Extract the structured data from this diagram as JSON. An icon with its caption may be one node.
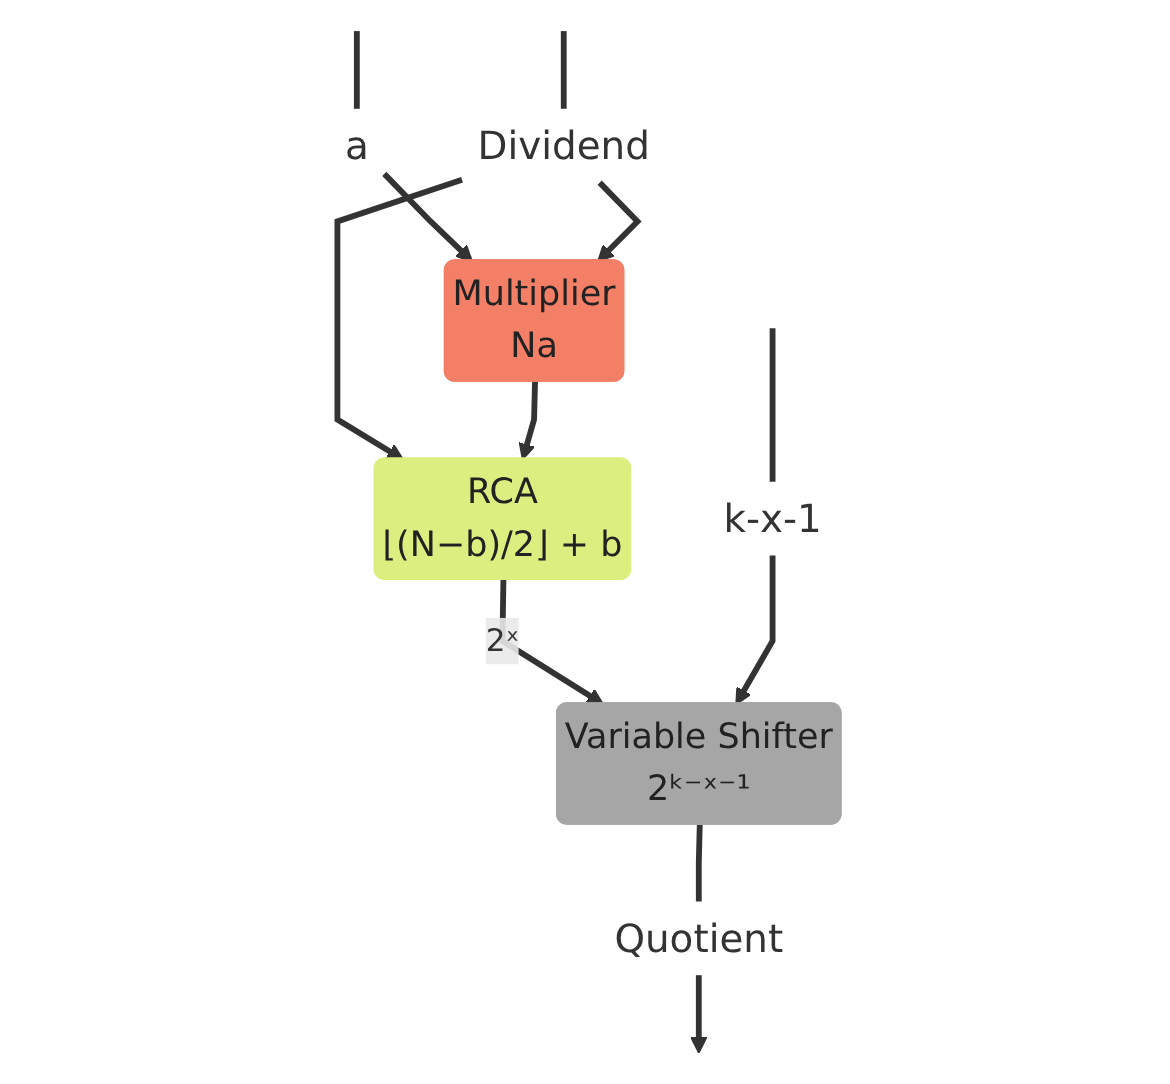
{
  "diagram": {
    "nodes": [
      {
        "text": [
          "a"
        ]
      },
      {
        "text": [
          "Dividend"
        ]
      },
      {
        "text": [
          "k-x-1"
        ]
      },
      {
        "text": [
          "Multiplier",
          "Na"
        ]
      },
      {
        "text": [
          "RCA",
          "⌊(N−b)/2⌋ + b"
        ]
      },
      {
        "text": [
          "Variable Shifter",
          "2ᵏ⁻ˣ⁻¹"
        ]
      },
      {
        "text": [
          "Quotient"
        ]
      }
    ],
    "edges": [
      {
        "from": null,
        "to": 0,
        "arrow": "none"
      },
      {
        "from": null,
        "to": 1,
        "arrow": "none"
      },
      {
        "from": null,
        "to": 2,
        "arrow": "none"
      },
      {
        "from": 0,
        "to": 3,
        "arrow": "to"
      },
      {
        "from": 1,
        "to": 3,
        "arrow": "to"
      },
      {
        "from": 1,
        "to": 4,
        "arrow": "to"
      },
      {
        "from": 3,
        "to": 4,
        "arrow": "to"
      },
      {
        "from": 4,
        "to": 5,
        "arrow": "to",
        "label": "2ˣ"
      },
      {
        "from": 2,
        "to": 5,
        "arrow": "to"
      },
      {
        "from": 5,
        "to": 6,
        "arrow": "none"
      },
      {
        "from": 6,
        "to": null,
        "arrow": "to"
      }
    ]
  }
}
